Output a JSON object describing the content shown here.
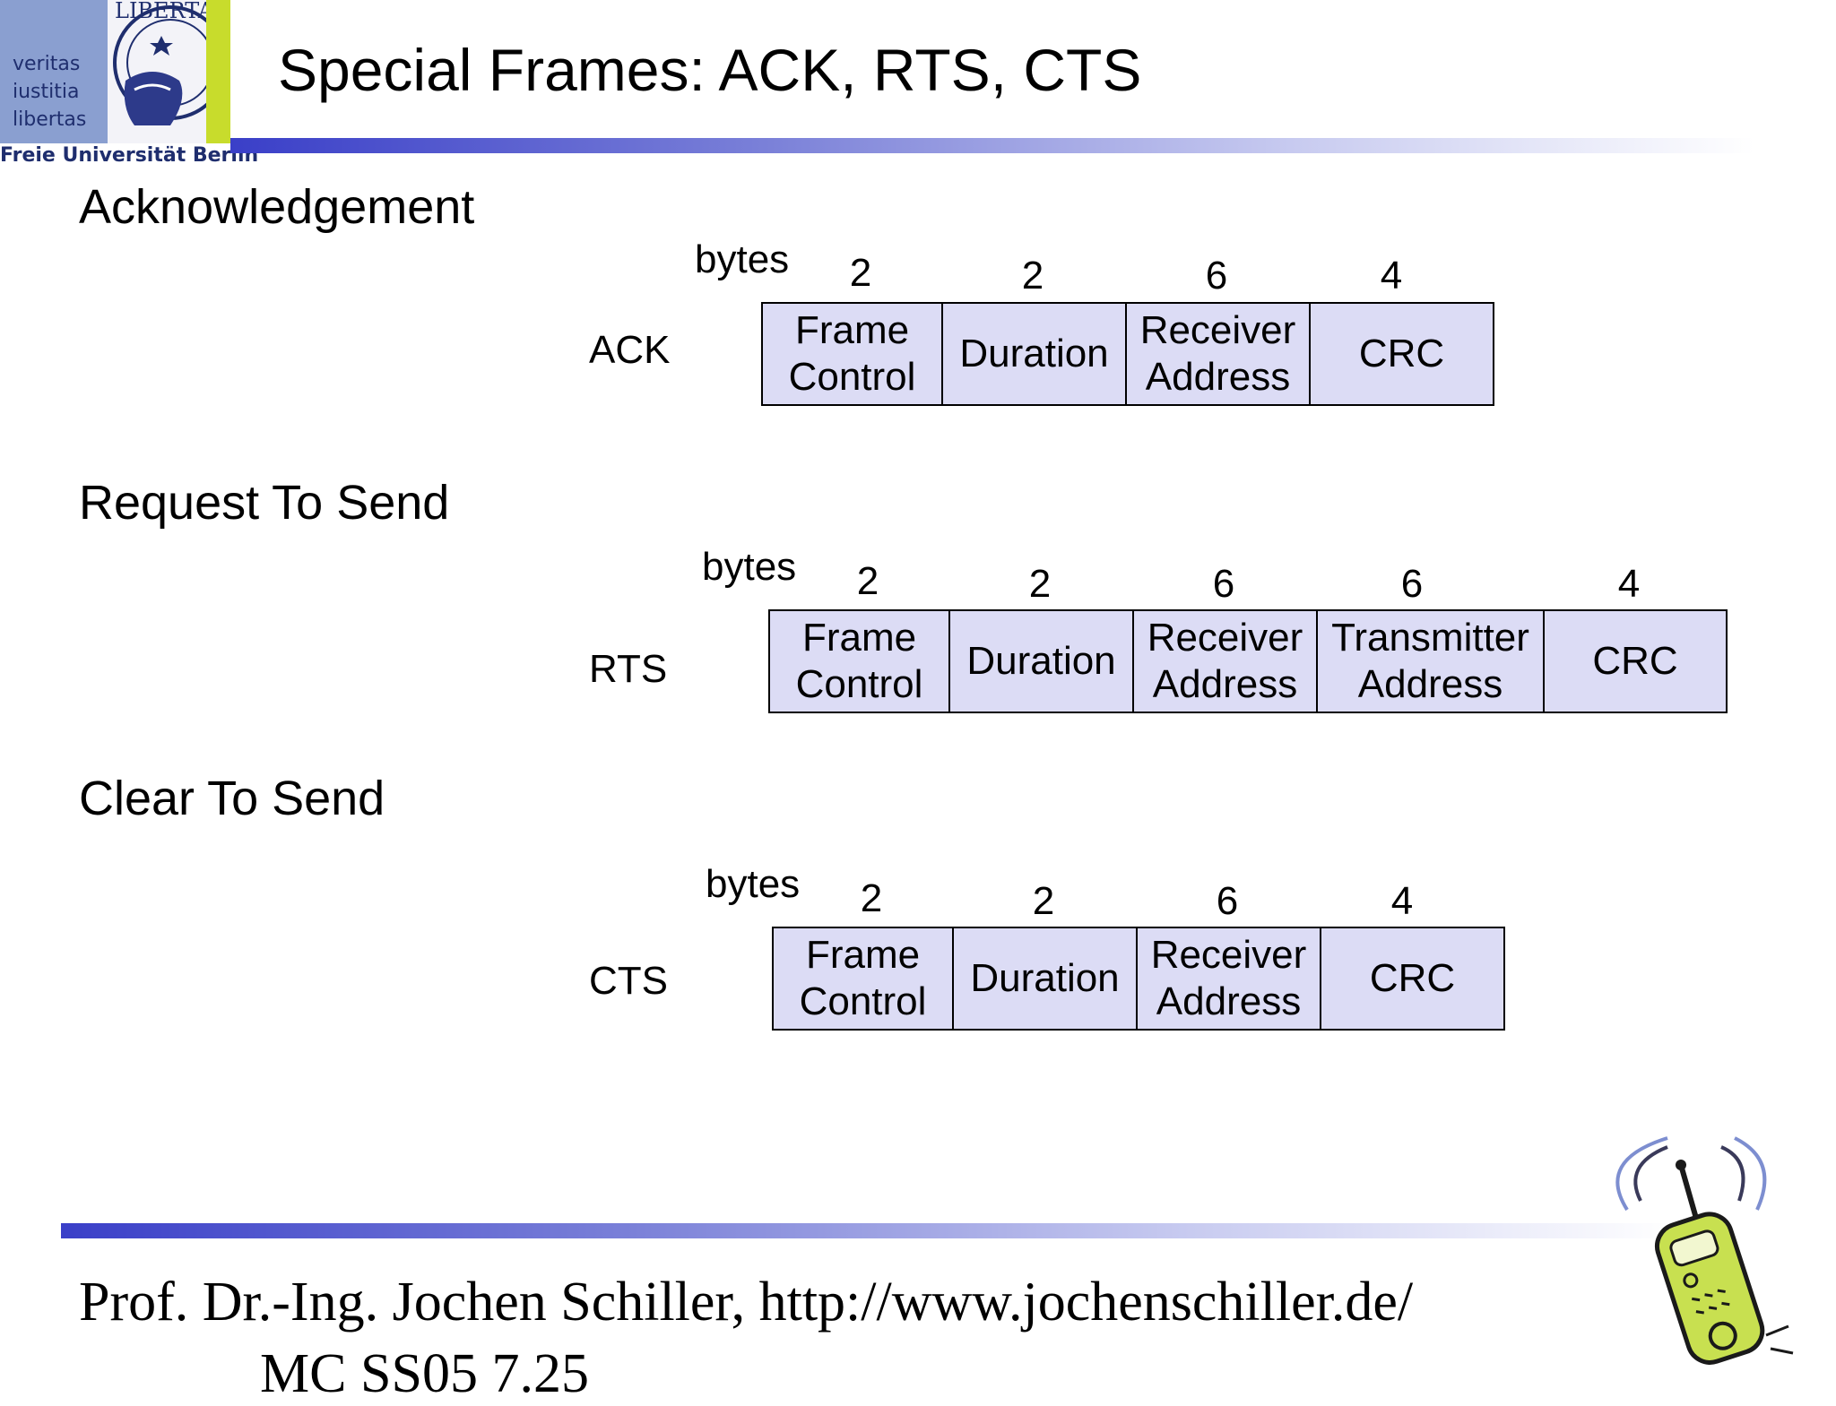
{
  "logo": {
    "motto": [
      "veritas",
      "iustitia",
      "libertas"
    ],
    "seal_text": "LIBERTAS",
    "university": "Freie Universität Berlin"
  },
  "title": "Special Frames: ACK, RTS, CTS",
  "bytes_label": "bytes",
  "sections": [
    {
      "heading": "Acknowledgement",
      "frame": "ACK",
      "fields": [
        {
          "name": "Frame\nControl",
          "bytes": "2"
        },
        {
          "name": "Duration",
          "bytes": "2"
        },
        {
          "name": "Receiver\nAddress",
          "bytes": "6"
        },
        {
          "name": "CRC",
          "bytes": "4"
        }
      ]
    },
    {
      "heading": "Request To Send",
      "frame": "RTS",
      "fields": [
        {
          "name": "Frame\nControl",
          "bytes": "2"
        },
        {
          "name": "Duration",
          "bytes": "2"
        },
        {
          "name": "Receiver\nAddress",
          "bytes": "6"
        },
        {
          "name": "Transmitter\nAddress",
          "bytes": "6"
        },
        {
          "name": "CRC",
          "bytes": "4"
        }
      ]
    },
    {
      "heading": "Clear To Send",
      "frame": "CTS",
      "fields": [
        {
          "name": "Frame\nControl",
          "bytes": "2"
        },
        {
          "name": "Duration",
          "bytes": "2"
        },
        {
          "name": "Receiver\nAddress",
          "bytes": "6"
        },
        {
          "name": "CRC",
          "bytes": "4"
        }
      ]
    }
  ],
  "footer": {
    "line1": "Prof. Dr.-Ing. Jochen Schiller, http://www.jochenschiller.de/",
    "line2": "MC SS05          7.25"
  },
  "colors": {
    "field_fill": "#dcdcf5",
    "rule_start": "#3a3fc8",
    "logo_blue": "#8a9fd0",
    "logo_green": "#c8dc2c"
  },
  "icons": [
    "university-seal-icon",
    "mobile-phone-icon"
  ]
}
